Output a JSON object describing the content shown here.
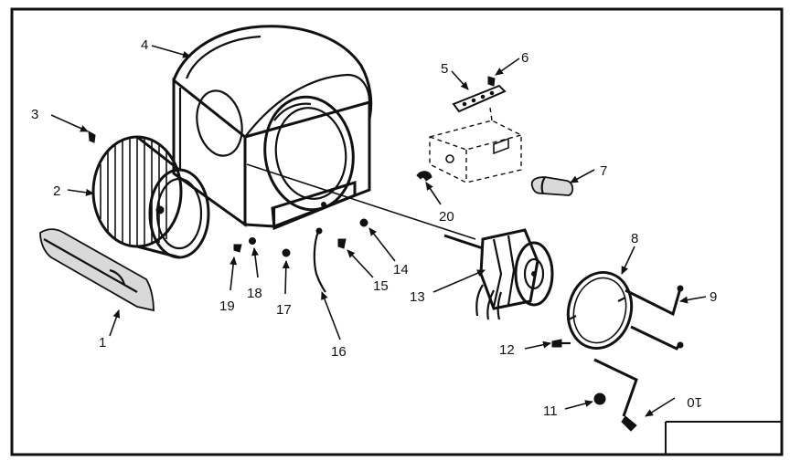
{
  "diagram": {
    "parts": [
      {
        "id": "part-1",
        "label": "1"
      },
      {
        "id": "part-2",
        "label": "2"
      },
      {
        "id": "part-3",
        "label": "3"
      },
      {
        "id": "part-4",
        "label": "4"
      },
      {
        "id": "part-5",
        "label": "5"
      },
      {
        "id": "part-6",
        "label": "6"
      },
      {
        "id": "part-7",
        "label": "7"
      },
      {
        "id": "part-8",
        "label": "8"
      },
      {
        "id": "part-9",
        "label": "9"
      },
      {
        "id": "part-10",
        "label": "10"
      },
      {
        "id": "part-11",
        "label": "11"
      },
      {
        "id": "part-12",
        "label": "12"
      },
      {
        "id": "part-13",
        "label": "13"
      },
      {
        "id": "part-14",
        "label": "14"
      },
      {
        "id": "part-15",
        "label": "15"
      },
      {
        "id": "part-16",
        "label": "16"
      },
      {
        "id": "part-17",
        "label": "17"
      },
      {
        "id": "part-18",
        "label": "18"
      },
      {
        "id": "part-19",
        "label": "19"
      },
      {
        "id": "part-20",
        "label": "20"
      }
    ]
  }
}
